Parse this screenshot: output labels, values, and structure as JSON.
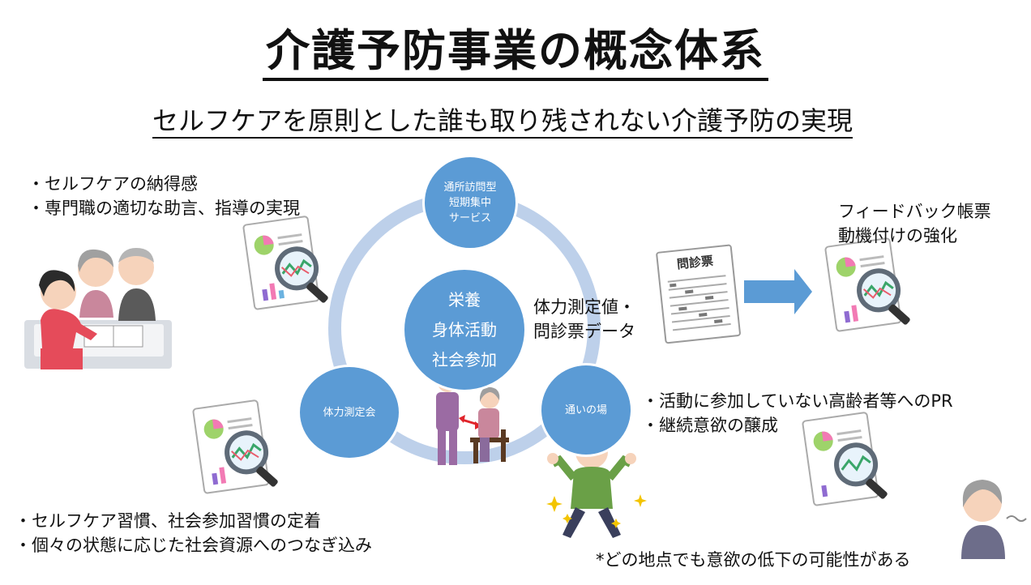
{
  "title": "介護予防事業の概念体系",
  "subtitle": "セルフケアを原則とした誰も取り残されない介護予防の実現",
  "cycle": {
    "top_node": [
      "通所訪問型",
      "短期集中",
      "サービス"
    ],
    "left_node": "体力測定会",
    "right_node": "通いの場",
    "center_node": [
      "栄養",
      "身体活動",
      "社会参加"
    ]
  },
  "notes": {
    "top_left": [
      "・セルフケアの納得感",
      "・専門職の適切な助言、指導の実現"
    ],
    "bottom_left": [
      "・セルフケア習慣、社会参加習慣の定着",
      "・個々の状態に応じた社会資源へのつなぎ込み"
    ],
    "data_label": [
      "体力測定値・",
      "問診票データ"
    ],
    "feedback": [
      "フィードバック帳票",
      "動機付けの強化"
    ],
    "right_mid": [
      "・活動に参加していない高齢者等へのPR",
      "・継続意欲の醸成"
    ],
    "footnote": "*どの地点でも意欲の低下の可能性がある"
  },
  "form_label": "問診票",
  "colors": {
    "node_fill": "#5b9bd5",
    "ring": "#bdd0ea",
    "arrow": "#5b9bd5"
  }
}
